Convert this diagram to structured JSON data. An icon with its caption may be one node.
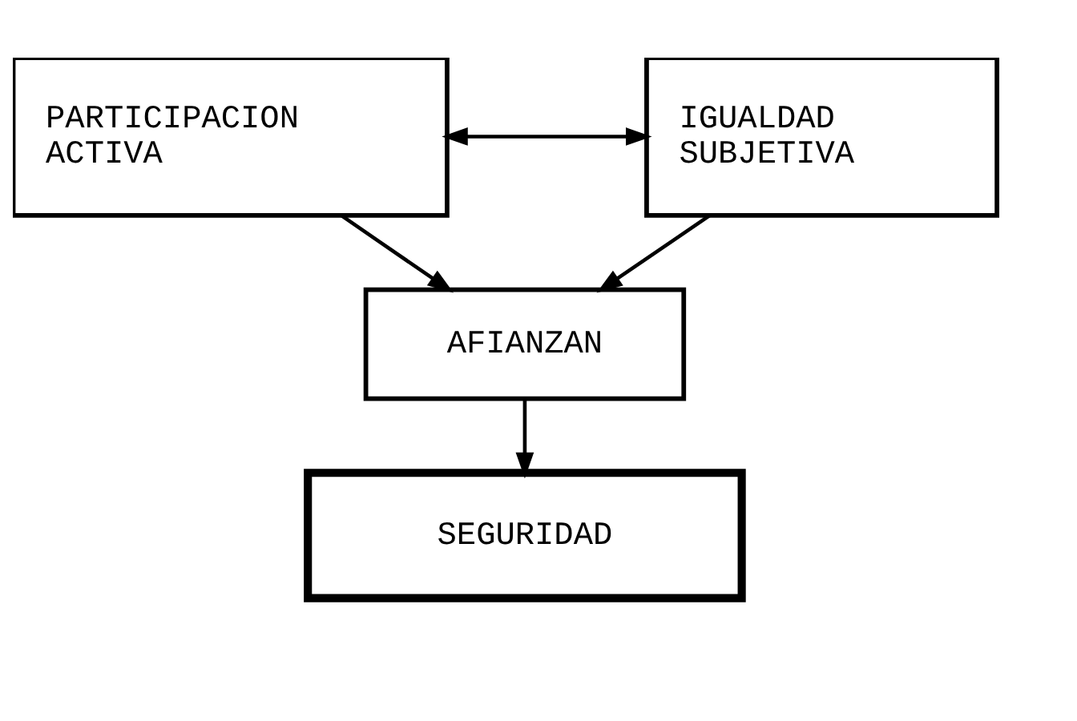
{
  "diagram": {
    "nodes": [
      {
        "text": [
          "PARTICIPACION ACTIVA"
        ]
      },
      {
        "text": [
          "IGUALDAD SUBJETIVA"
        ]
      },
      {
        "text": [
          "AFIANZAN"
        ]
      },
      {
        "text": [
          "SEGURIDAD"
        ]
      }
    ],
    "edges": [
      {
        "from": 0,
        "to": 1,
        "arrow": "both"
      },
      {
        "from": 0,
        "to": 2,
        "arrow": "to"
      },
      {
        "from": 1,
        "to": 2,
        "arrow": "to"
      },
      {
        "from": 2,
        "to": 3,
        "arrow": "to"
      }
    ]
  }
}
